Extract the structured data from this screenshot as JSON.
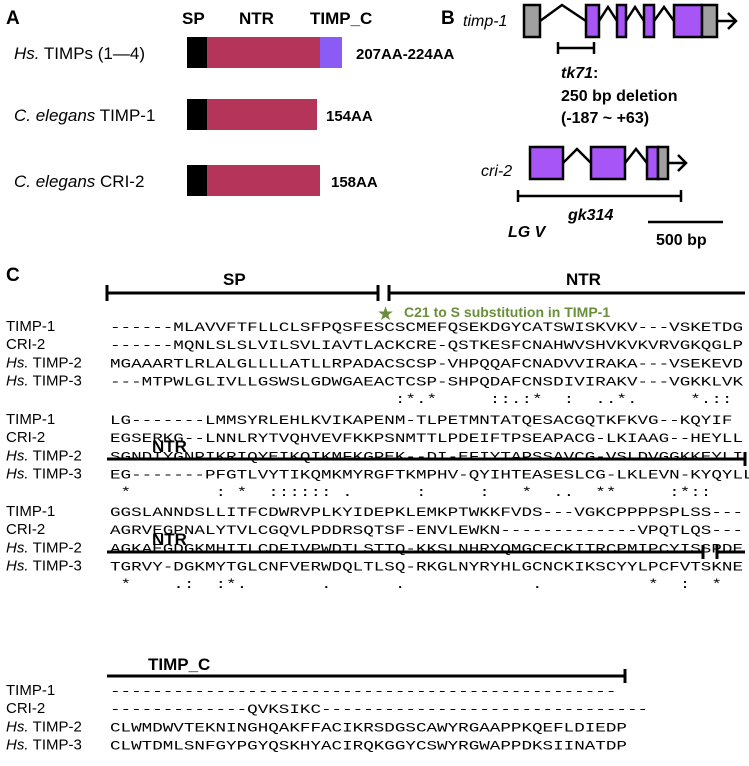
{
  "colors": {
    "signal_peptide": "#000000",
    "ntr_domain": "#b5355a",
    "timp_c_domain": "#8a5cf5",
    "exon": "#a855f7",
    "utr": "#a0a0a0",
    "annotation_green": "#6a8f3a"
  },
  "panel_a": {
    "letter": "A",
    "header_sp": "SP",
    "header_ntr": "NTR",
    "header_timpc": "TIMP_C",
    "rows": [
      {
        "species": "Hs.",
        "name": "TIMPs (1—4)",
        "length": "207AA-224AA",
        "has_timpc": true
      },
      {
        "species": "C. elegans",
        "name": "TIMP-1",
        "length": "154AA",
        "has_timpc": false
      },
      {
        "species": "C. elegans",
        "name": "CRI-2",
        "length": "158AA",
        "has_timpc": false
      }
    ]
  },
  "panel_b": {
    "letter": "B",
    "gene1": "timp-1",
    "allele1": "tk71",
    "colon": ":",
    "deletion_line1": "250 bp deletion",
    "deletion_line2": "(-187 ~ +63)",
    "gene2": "cri-2",
    "allele2": "gk314",
    "chromosome": "LG V",
    "scale_label": "500 bp"
  },
  "panel_c": {
    "letter": "C",
    "top_sp": "SP",
    "top_ntr": "NTR",
    "star_icon": "★",
    "annotation": "C21 to S substitution in TIMP-1",
    "names": [
      "TIMP-1",
      "CRI-2",
      "TIMP-2",
      "TIMP-3"
    ],
    "hs_prefix": "Hs.",
    "blocks": [
      {
        "label": "",
        "seqs": [
          "------MLAVVFTFLLCLSFPQSFESCSCMEFQSEKDGYCATSWISKVKV---VSKETDG",
          "------MQNLSLSLVILSVLIAVTLACKCRE-QSTKESFCNAHWVSHVKVKVRVGKQGLP",
          "MGAAARTLRLALGLLLLATLLRPADACSCSP-VHPQQAFCNADVVIRAKA---VSEKEVD",
          "---MTPWLGLIVLLGSWSLGDWGAEACTCSP-SHPQDAFCNSDIVIRAKV---VGKKLVK"
        ],
        "cons": "                           :*.*     ::.:*  :  ..*.     *.::"
      },
      {
        "label": "NTR",
        "seqs": [
          "LG-------LMMSYRLEHLKVIKAPENM-TLPETMNTATQESACGQTKFKVG--KQYIF",
          "EGSERKG--LNNLRYTVQHVEVFKKPSNMTTLPDEIFTPSEAPACG-LKIAAG--HEYLL",
          "SGNDIYGNPIKRIQYEIKQIKMFKGPEK--DI-EFIYTAPSSAVCG-VSLDVGGKKEYLI",
          "EG-------PFGTLVYTIKQMKMYRGFTKMPHV-QYIHTEASESLCG-LKLEVN-KYQYLL"
        ],
        "cons": " *        : *  :::::: .      :     :   *  ..  **     :*::"
      },
      {
        "label": "NTR",
        "seqs": [
          "GGSLANNDSLLITFCDWRVPLKYIDEPKLEMKPTWKKFVDS---VGKCPPPPSPLSS---",
          "AGRVEGPNALYTVLCGQVLPDDRSQTSF-ENVLEWKN-------------VPQTLQS---",
          "AGKAEGDGKMHITLCDFIVPWDTLSTTQ-KKSLNHRYQMGCECKITRCPMIPCYISSPDE",
          "TGRVY-DGKMYTGLCNFVERWDQLTLSQ-RKGLNYRYHLGCNCKIKSCYYLPCFVTSKNE"
        ],
        "cons": " *    .:  :*.       .      .            .          *  :  *"
      },
      {
        "label": "TIMP_C",
        "seqs": [
          "------------------------------------------------",
          "-------------QVKSIKC-------------------------------",
          "CLWMDWVTEKNINGHQAKFFACIKRSDGSCAWYRGAAPPKQEFLDIEDP",
          "CLWTDMLSNFGYPGYQSKHYACIRQKGGYCSWYRGWAPPDKSIINATDP"
        ],
        "cons": ""
      }
    ]
  }
}
